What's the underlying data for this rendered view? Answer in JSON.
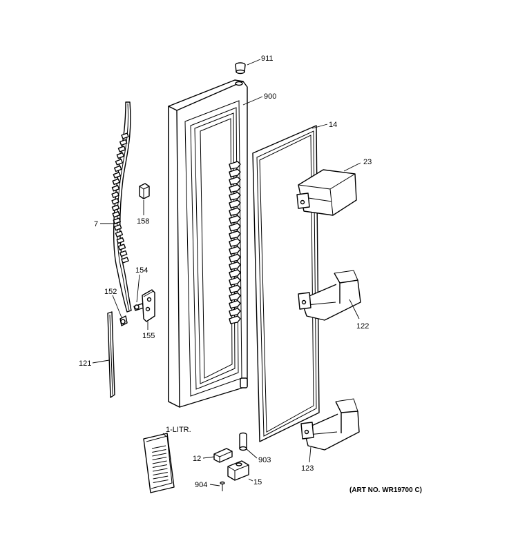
{
  "art_number": "(ART NO. WR19700 C)",
  "callouts": {
    "c911": "911",
    "c900": "900",
    "c14": "14",
    "c23": "23",
    "c7": "7",
    "c158": "158",
    "c154": "154",
    "c152": "152",
    "c155": "155",
    "c122": "122",
    "c121": "121",
    "c1litr": "1-LITR.",
    "c12": "12",
    "c903": "903",
    "c123": "123",
    "c904": "904",
    "c15": "15"
  }
}
